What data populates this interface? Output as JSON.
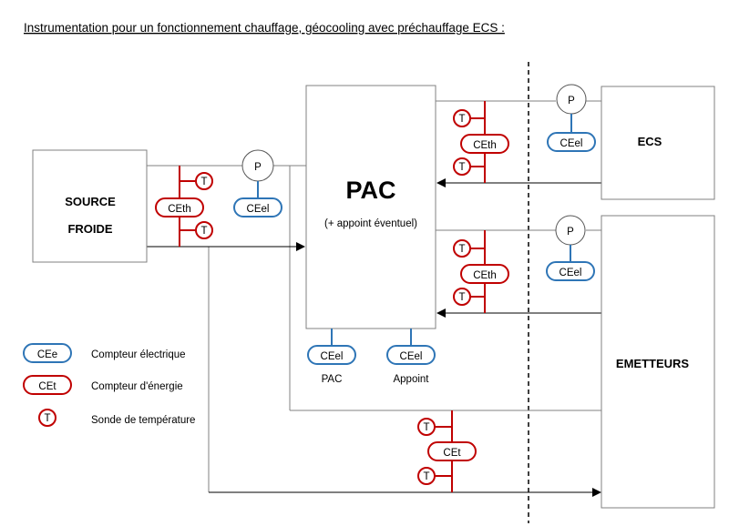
{
  "title": "Instrumentation pour un fonctionnement chauffage, géocooling avec préchauffage ECS :",
  "blocks": {
    "source_line1": "SOURCE",
    "source_line2": "FROIDE",
    "pac_title": "PAC",
    "pac_subtitle": "(+ appoint éventuel)",
    "ecs": "ECS",
    "emetteurs": "EMETTEURS"
  },
  "symbols": {
    "pump": "P",
    "temp": "T",
    "ce_el": "CEel",
    "ce_th": "CEth",
    "ce_t": "CEt",
    "ce_e": "CEe"
  },
  "meter_labels": {
    "pac": "PAC",
    "appoint": "Appoint"
  },
  "legend": [
    {
      "symbol": "CEe",
      "label": "Compteur électrique",
      "color": "#2e75b6"
    },
    {
      "symbol": "CEt",
      "label": "Compteur d'énergie",
      "color": "#c00000"
    },
    {
      "symbol": "T",
      "label": "Sonde de température",
      "color": "#c00000"
    }
  ],
  "colors": {
    "electric": "#2e75b6",
    "energy": "#c00000",
    "lines": "#808080"
  }
}
